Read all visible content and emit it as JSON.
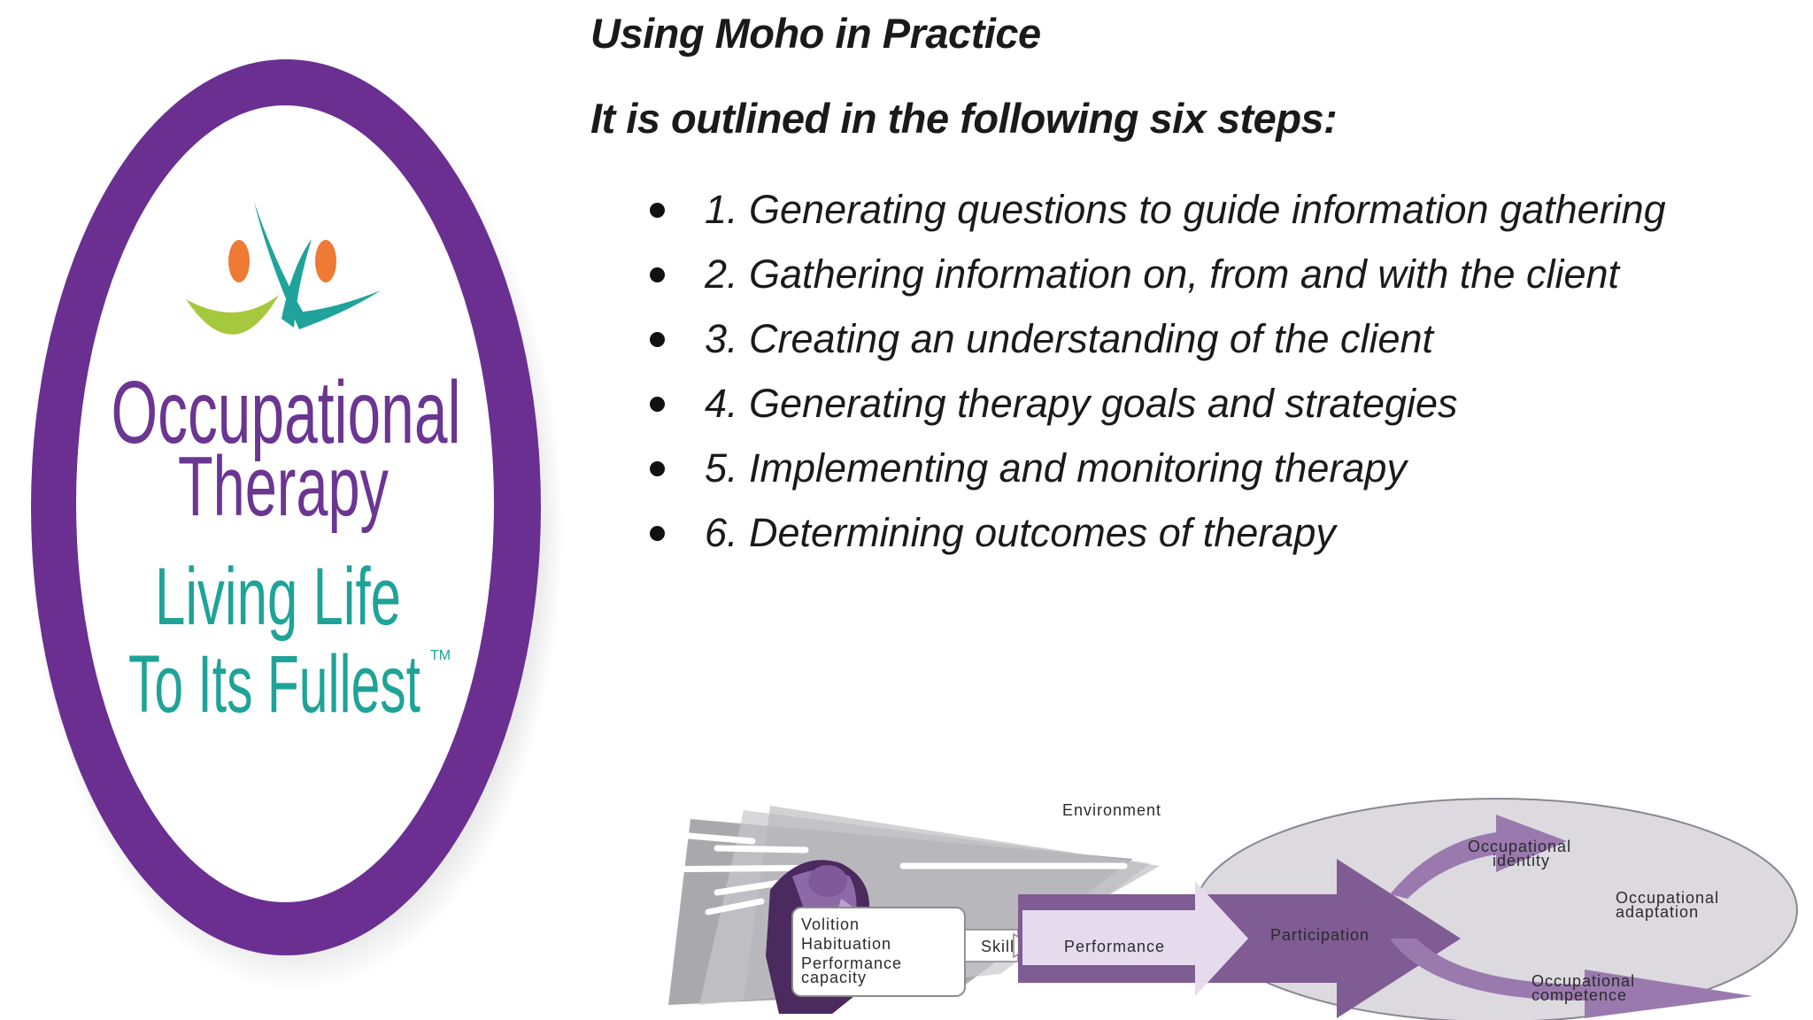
{
  "slide": {
    "title": "Using Moho in Practice",
    "subtitle": "It is outlined in the following six steps:",
    "steps": [
      "1. Generating questions to guide information gathering",
      "2. Gathering information on, from and with the client",
      "3. Creating an understanding of the client",
      "4. Generating therapy goals and strategies",
      "5. Implementing and monitoring therapy",
      "6. Determining outcomes of therapy"
    ]
  },
  "logo": {
    "line1": "Occupational",
    "line2": "Therapy",
    "tagline1": "Living Life",
    "tagline2": "To Its Fullest",
    "trademark": "TM",
    "colors": {
      "ring": "#6a2f91",
      "purple_text": "#6b3592",
      "teal_text": "#1fa398",
      "figure_green": "#a5c83c",
      "figure_teal": "#1fa39a",
      "figure_orange": "#ee7a35"
    }
  },
  "diagram": {
    "environment": "Environment",
    "volition": "Volition",
    "habituation": "Habituation",
    "performance_capacity_1": "Performance",
    "performance_capacity_2": "capacity",
    "skill": "Skill",
    "performance": "Performance",
    "participation": "Participation",
    "occupational_identity_1": "Occupational",
    "occupational_identity_2": "identity",
    "occupational_adaptation_1": "Occupational",
    "occupational_adaptation_2": "adaptation",
    "occupational_competence_1": "Occupational",
    "occupational_competence_2": "competence"
  }
}
